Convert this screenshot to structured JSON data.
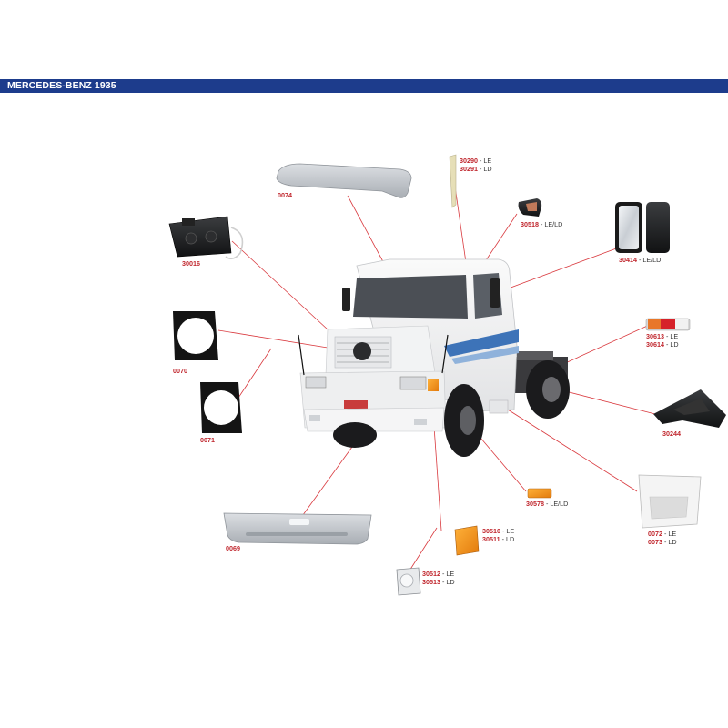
{
  "header": {
    "title": "MERCEDES-BENZ 1935"
  },
  "colors": {
    "header_bg": "#1d3c8c",
    "code_text": "#c0262d",
    "leader_line": "#d9393e"
  },
  "parts": [
    {
      "id": "p0074",
      "code": "0074",
      "suffix": "",
      "name": "sun-visor"
    },
    {
      "id": "p30290",
      "code": "30290",
      "suffix": " - LE",
      "name": "air-deflector-left"
    },
    {
      "id": "p30291",
      "code": "30291",
      "suffix": " - LD",
      "name": "air-deflector-right"
    },
    {
      "id": "p30518",
      "code": "30518",
      "suffix": " - LE/LD",
      "name": "side-marker-lamp"
    },
    {
      "id": "p30414",
      "code": "30414",
      "suffix": " - LE/LD",
      "name": "rear-view-mirror"
    },
    {
      "id": "p30016",
      "code": "30016",
      "suffix": "",
      "name": "expansion-tank"
    },
    {
      "id": "p30613",
      "code": "30613",
      "suffix": " - LE",
      "name": "rear-tail-lamp-left"
    },
    {
      "id": "p30614",
      "code": "30614",
      "suffix": " - LD",
      "name": "rear-tail-lamp-right"
    },
    {
      "id": "p0070",
      "code": "0070",
      "suffix": "",
      "name": "fan-shroud-large"
    },
    {
      "id": "p0071",
      "code": "0071",
      "suffix": "",
      "name": "fan-shroud-small"
    },
    {
      "id": "p30244",
      "code": "30244",
      "suffix": "",
      "name": "mudguard-bracket"
    },
    {
      "id": "p30578",
      "code": "30578",
      "suffix": " - LE/LD",
      "name": "side-turn-signal"
    },
    {
      "id": "p0072",
      "code": "0072",
      "suffix": " - LE",
      "name": "step-housing-left"
    },
    {
      "id": "p0073",
      "code": "0073",
      "suffix": " - LD",
      "name": "step-housing-right"
    },
    {
      "id": "p0069",
      "code": "0069",
      "suffix": "",
      "name": "front-bumper"
    },
    {
      "id": "p30510",
      "code": "30510",
      "suffix": " - LE",
      "name": "turn-signal-left"
    },
    {
      "id": "p30511",
      "code": "30511",
      "suffix": " - LD",
      "name": "turn-signal-right"
    },
    {
      "id": "p30512",
      "code": "30512",
      "suffix": " - LE",
      "name": "headlamp-left"
    },
    {
      "id": "p30513",
      "code": "30513",
      "suffix": " - LD",
      "name": "headlamp-right"
    }
  ]
}
